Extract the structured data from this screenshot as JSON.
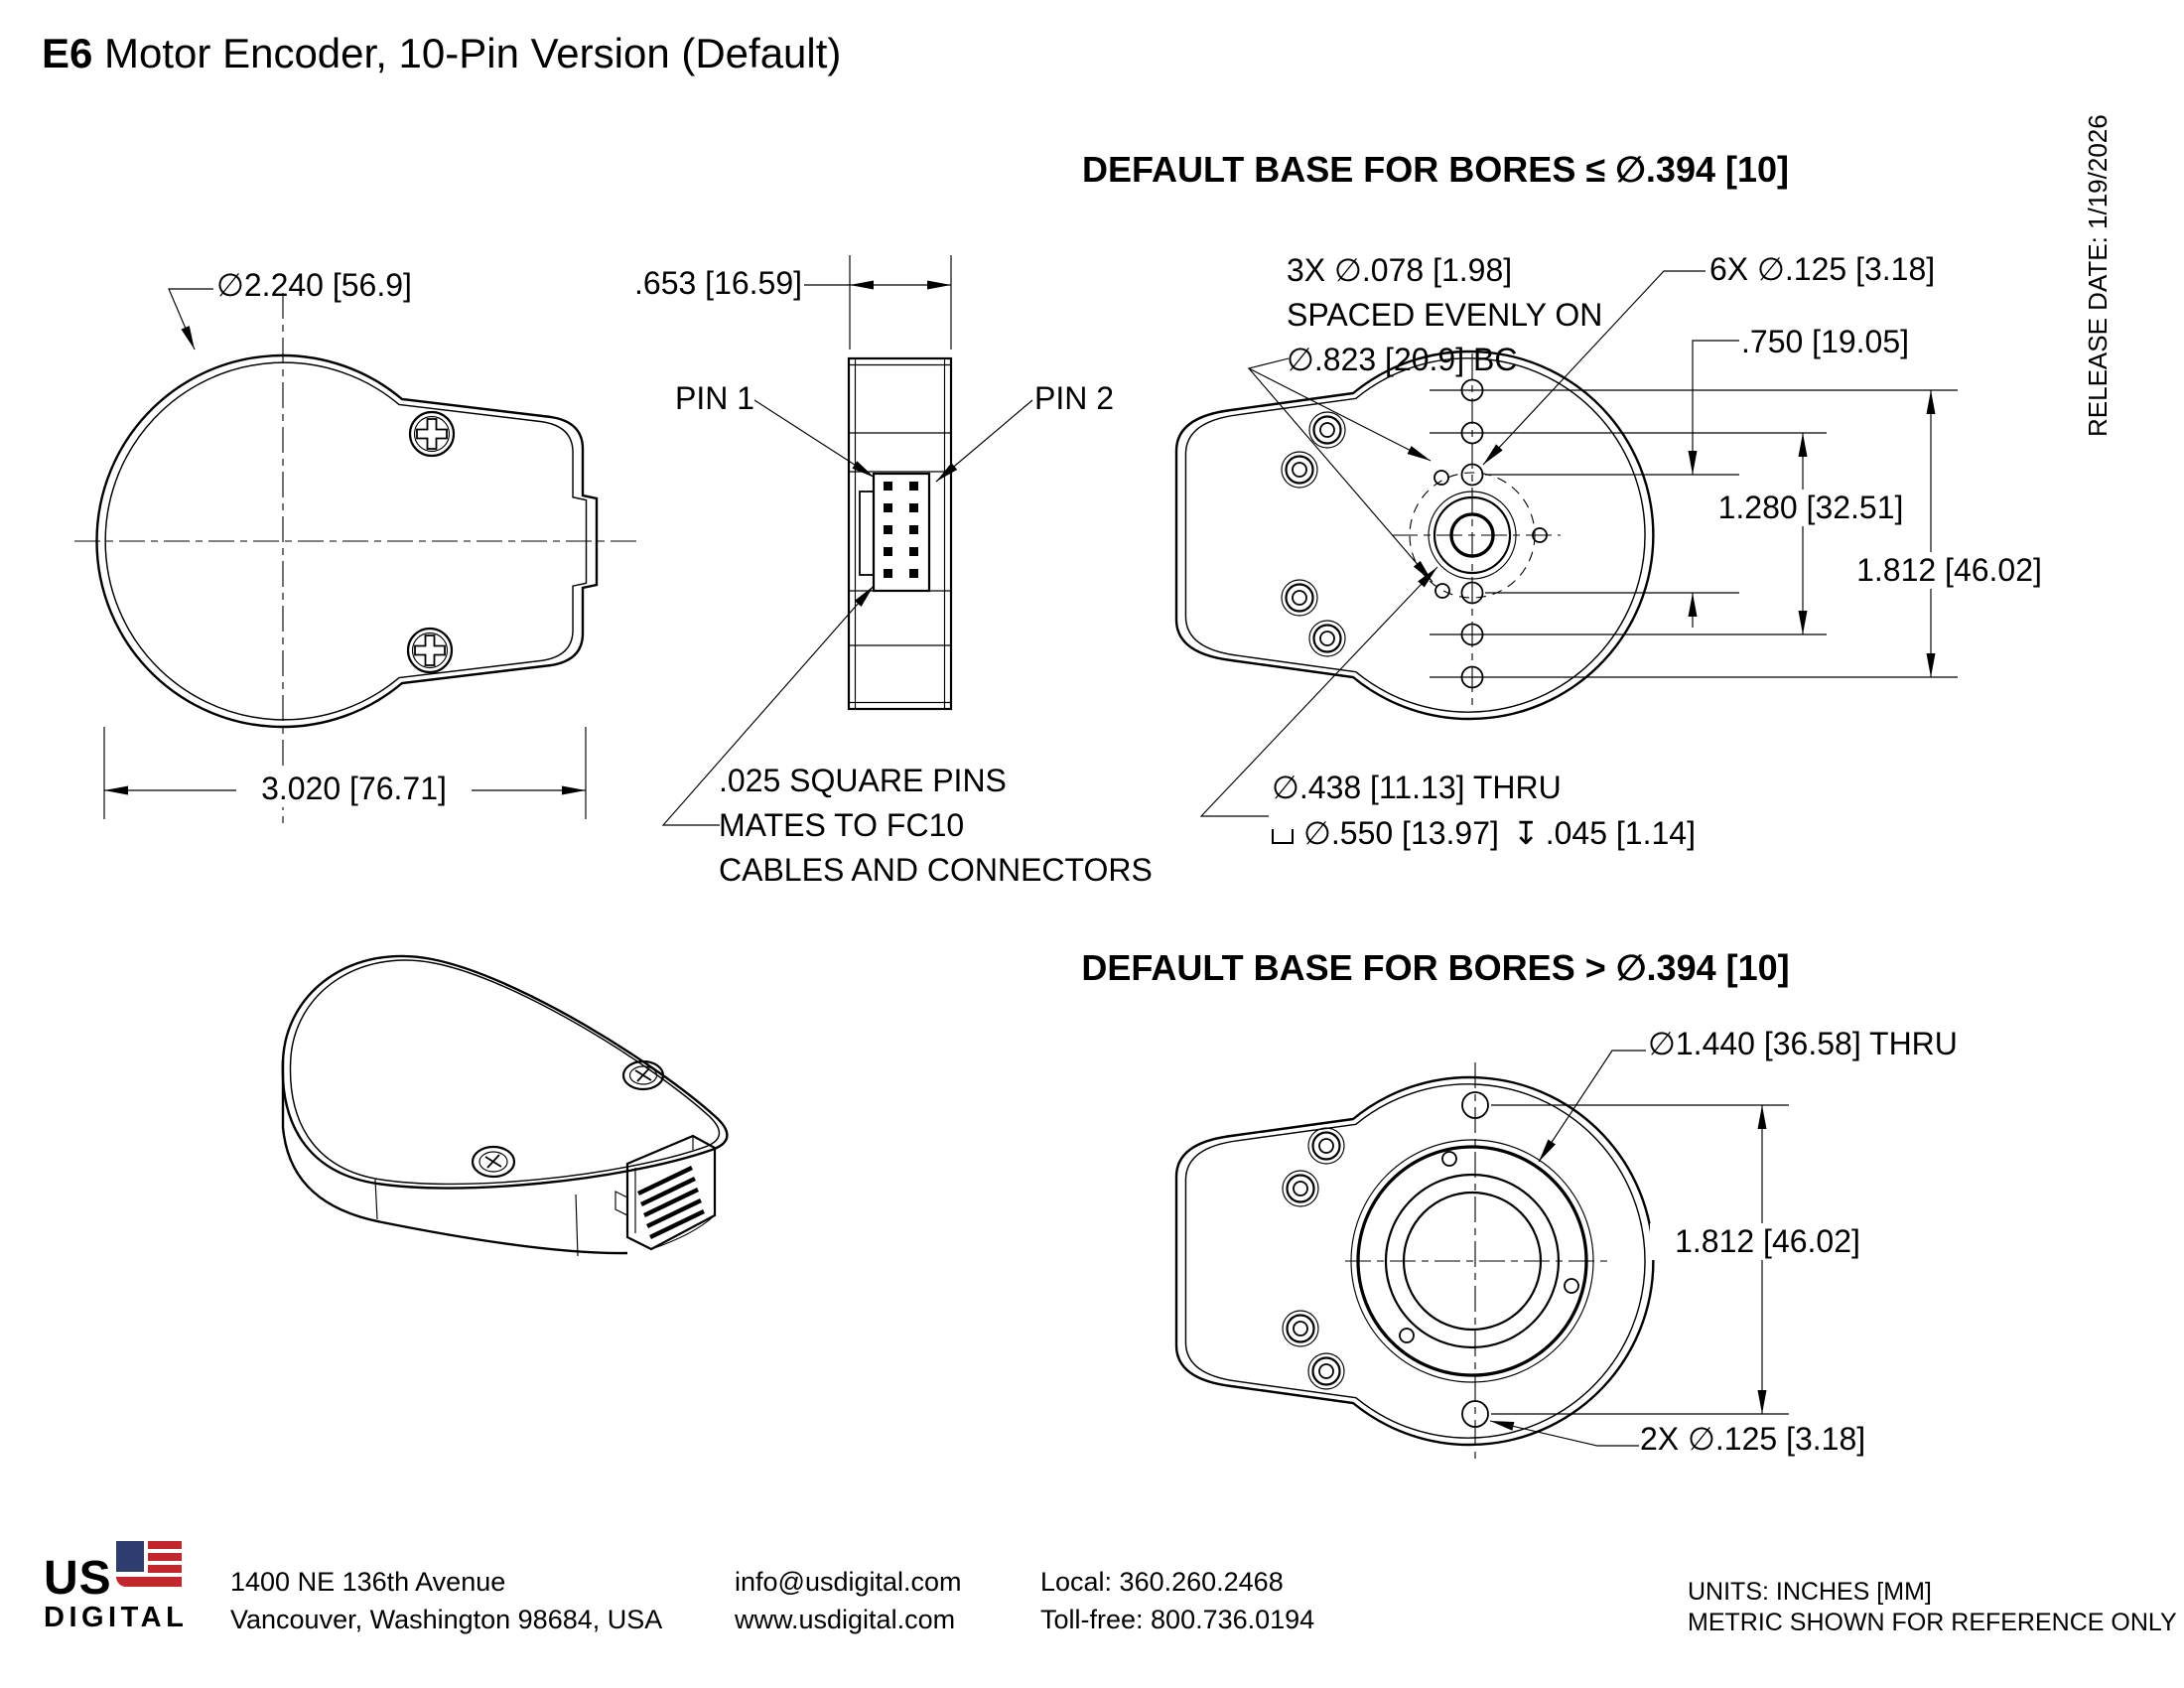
{
  "page": {
    "title_bold": "E6",
    "title_rest": " Motor Encoder, 10-Pin Version (Default)",
    "release_date": "RELEASE DATE: 1/19/2026"
  },
  "sections": {
    "small_bore_header": "DEFAULT BASE FOR BORES ≤ ∅.394 [10]",
    "large_bore_header": "DEFAULT BASE FOR BORES > ∅.394 [10]"
  },
  "front_view": {
    "diameter": "∅2.240 [56.9]",
    "width": "3.020 [76.71]"
  },
  "side_view": {
    "depth": ".653 [16.59]",
    "pin1": "PIN 1",
    "pin2": "PIN 2",
    "note_line1": ".025 SQUARE PINS",
    "note_line2": "MATES TO FC10",
    "note_line3": "CABLES AND CONNECTORS"
  },
  "base_small": {
    "holes_3x_line1": "3X ∅.078 [1.98]",
    "holes_3x_line2": "SPACED EVENLY ON",
    "holes_3x_line3": "∅.823 [20.9] BC",
    "holes_6x": "6X ∅.125 [3.18]",
    "dim_750": ".750 [19.05]",
    "dim_1280": "1.280 [32.51]",
    "dim_1812": "1.812 [46.02]",
    "bore_note": "∅.438 [11.13] THRU",
    "cbore_value": "∅.550 [13.97]",
    "cbore_depth": ".045 [1.14]",
    "depth_symbol": "↧"
  },
  "base_large": {
    "bore_note": "∅1.440 [36.58] THRU",
    "dim_1812": "1.812 [46.02]",
    "holes_2x": "2X ∅.125 [3.18]"
  },
  "footer": {
    "logo_us": "US",
    "logo_digital": "DIGITAL",
    "address_line1": "1400 NE 136th Avenue",
    "address_line2": "Vancouver, Washington 98684, USA",
    "email": "info@usdigital.com",
    "website": "www.usdigital.com",
    "phone_local": "Local: 360.260.2468",
    "phone_tollfree": "Toll-free: 800.736.0194",
    "units_line1": "UNITS: INCHES [MM]",
    "units_line2": "METRIC SHOWN FOR REFERENCE ONLY"
  },
  "colors": {
    "line": "#000000",
    "flag_blue": "#2e3c6e",
    "flag_red": "#c1272d",
    "background": "#ffffff"
  }
}
